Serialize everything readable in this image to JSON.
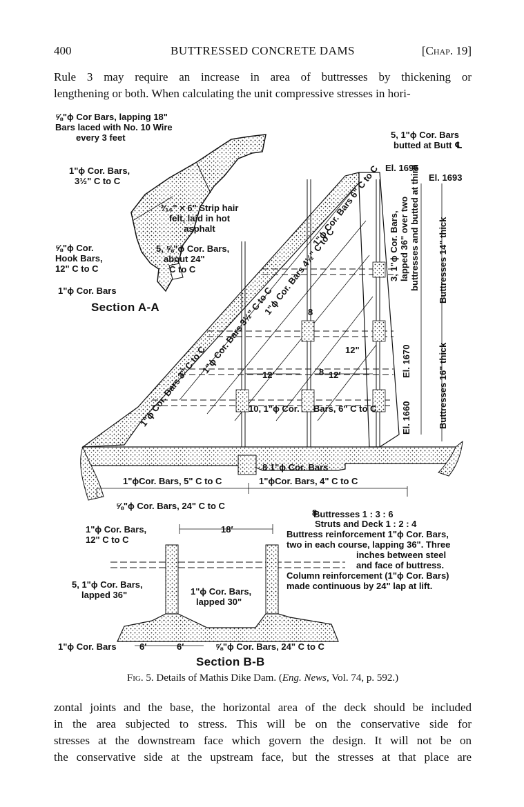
{
  "header": {
    "page_number": "400",
    "running_title": "BUTTRESSED CONCRETE DAMS",
    "chapter": "[Chap. 19]"
  },
  "paragraph_top": {
    "lines": [
      "Rule 3 may require an increase in area of buttresses by thickening or",
      "lengthening or both.  When calculating the unit compressive stresses in hori-"
    ]
  },
  "figure": {
    "labels": {
      "cor_bars_lapping": "⅝\"ϕ Cor Bars, lapping 18\"",
      "bars_laced": "Bars laced with No. 10 Wire",
      "every_3_feet": "every 3 feet",
      "cor_bars_1_l1": "1\"ϕ Cor. Bars,",
      "cor_bars_1_l2": "3½\" C to C",
      "strip_felt_l1": "³⁄₁₆\" × 6\" Strip hair",
      "strip_felt_l2": "felt, laid in hot",
      "strip_felt_l3": "asphalt",
      "hook_bars_l1": "⅝\"ϕ Cor.",
      "hook_bars_l2": "Hook Bars,",
      "hook_bars_l3": "12\" C to C",
      "five_bars_l1": "5, ⅝\"ϕ Cor. Bars,",
      "five_bars_l2": "about 24\"",
      "five_bars_l3": "C to C",
      "cor_bars_a": "1\"ϕ  Cor. Bars",
      "section_aa": "Section A-A",
      "butt_bars_l1": "5, 1\"ϕ Cor. Bars",
      "butt_bars_l2": "butted at Butt ℄",
      "el_1695": "El. 1695",
      "el_1693": "El. 1693",
      "el_1670": "El. 1670",
      "el_1660": "El. 1660",
      "buttress_14": "Buttresses 14\" thick",
      "buttress_16": "Buttresses 16\" thick",
      "lapped_bars_l1": "3, 1\"ϕ Cor. Bars,",
      "lapped_bars_l2": "lapped 36\" over two",
      "lapped_bars_l3": "buttresses and butted at third",
      "diag_6": "1\"ϕ Cor. Bars 6\" C to C",
      "diag_4h": "1\"ϕ Cor. Bars 4½\" C to C",
      "diag_3h": "1\"ϕ Cor. Bars 3½\" C to C",
      "diag_3": "1\"ϕ Cor. Bars 3\" C to C",
      "dim_12a": "12′",
      "dim_12b": "12′",
      "dim_12in": "12\"",
      "dim_8a": "8",
      "dim_8b": "8",
      "dim_8c": "8",
      "ten_bars": "10, 1\"ϕ Cor.",
      "bars_6": "Bars, 6\" C to C",
      "eight_bars": "8  1\"ϕ Cor. Bars",
      "cor_5": "1\"ϕCor. Bars, 5\" C to C",
      "cor_4": "1\"ϕCor. Bars, 4\" C to C",
      "cor_24": "⅝\"ϕ Cor. Bars, 24\" C to C",
      "ratio_buttress": "Buttresses 1 : 3 : 6",
      "ratio_struts": "Struts and Deck 1 : 2 : 4",
      "reinf_l1": "Buttress reinforcement  1\"ϕ Cor. Bars,",
      "reinf_l2": "two in each course, lapping 36\".  Three",
      "reinf_l3": "inches between steel",
      "reinf_l4": "and face of buttress.",
      "reinf_l5": "Column reinforcement (1\"ϕ Cor. Bars)",
      "reinf_l6": "made continuous by  24\" lap at lift.",
      "b_cor_l1": "1\"ϕ Cor. Bars,",
      "b_cor_l2": "12\" C to C",
      "dim_18": "18′",
      "five_lapped_l1": "5, 1\"ϕ Cor. Bars,",
      "five_lapped_l2": "lapped 36\"",
      "lapped_30_l1": "1\"ϕ Cor. Bars,",
      "lapped_30_l2": "lapped 30\"",
      "cor_bars_bottom": "1\"ϕ Cor. Bars",
      "dim_6a": "6′",
      "dim_6b": "6′",
      "cor_24_bottom": "⅝\"ϕ Cor. Bars, 24\" C to C",
      "section_bb": "Section B-B"
    }
  },
  "caption": {
    "fig_no": "Fig. 5.",
    "text": "Details of Mathis Dike Dam.",
    "source_prefix": "(",
    "source": "Eng. News,",
    "source_rest": "Vol. 74, p. 592.)"
  },
  "paragraph_bottom": {
    "lines": [
      "zontal joints and the base, the horizontal area of the deck should be included",
      "in the area subjected to stress.  This will be on the conservative side for",
      "stresses at the downstream face which govern the design.  It will not be on",
      "the conservative side at the upstream face, but the stresses at that place are"
    ]
  }
}
